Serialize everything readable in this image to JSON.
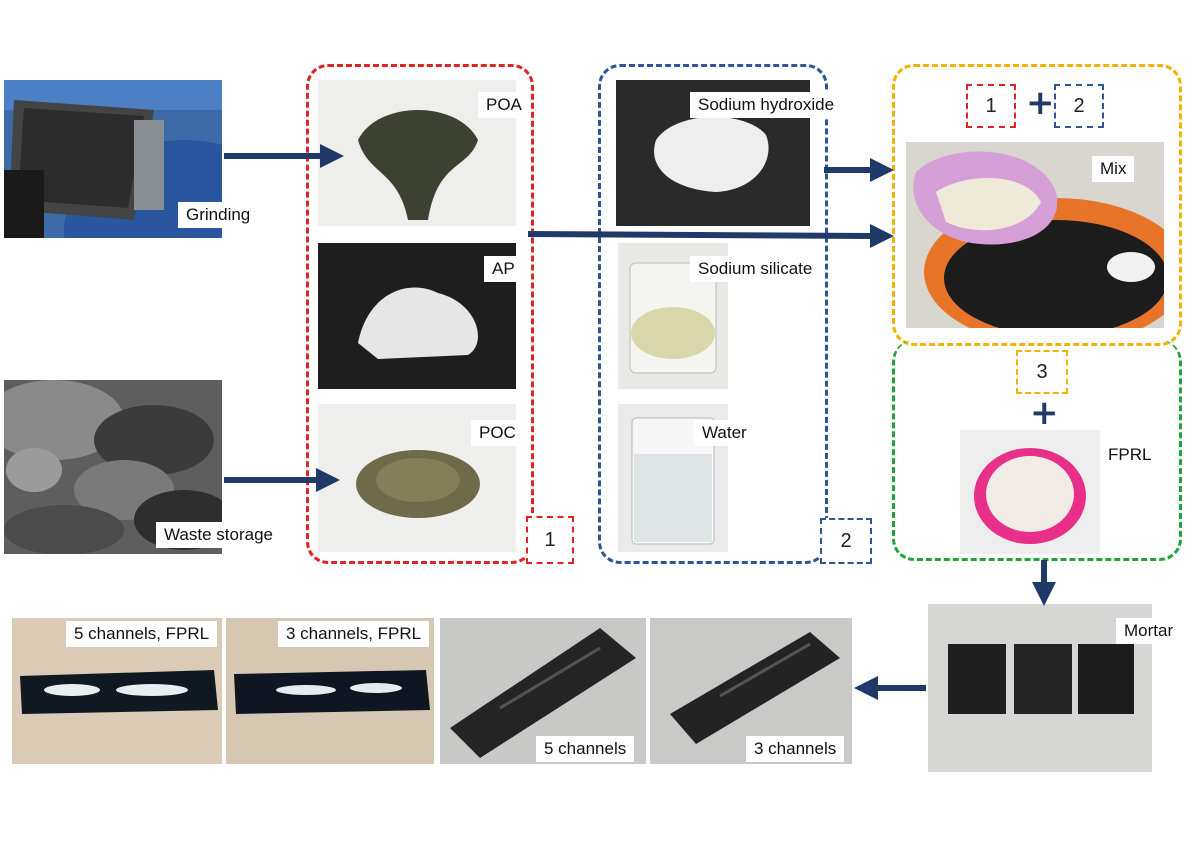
{
  "source_labels": {
    "grinding": "Grinding",
    "waste_storage": "Waste storage"
  },
  "group1": {
    "tag": "1",
    "items": [
      "POA",
      "AP",
      "POC"
    ]
  },
  "group2": {
    "tag": "2",
    "items": [
      "Sodium hydroxide",
      "Sodium silicate",
      "Water"
    ]
  },
  "mix_panel": {
    "tag1": "1",
    "tag2": "2",
    "plus": "+",
    "label": "Mix"
  },
  "fprl_panel": {
    "tag3": "3",
    "plus": "+",
    "label": "FPRL"
  },
  "mortar_label": "Mortar",
  "bottom_row": [
    "5 channels, FPRL",
    "3 channels, FPRL",
    "5 channels",
    "3 channels"
  ],
  "colors": {
    "red_group": "#e02424",
    "blue_group": "#2f5597",
    "yellow_group": "#f0b400",
    "green_group": "#22a33a",
    "arrow": "#1f3a68"
  }
}
